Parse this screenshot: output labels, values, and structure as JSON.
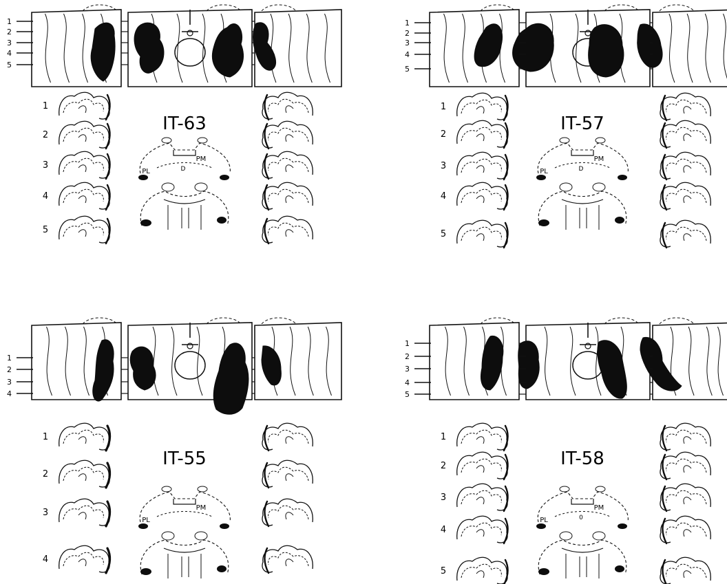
{
  "panels": [
    {
      "case_label": "IT-63",
      "level_labels": [
        "1",
        "2",
        "3",
        "4",
        "5"
      ],
      "section_labels": [
        "1",
        "2",
        "3",
        "4",
        "5"
      ],
      "thalamus_labels": {
        "pm": "PM",
        "pl": "PL",
        "center": "D"
      }
    },
    {
      "case_label": "IT-57",
      "level_labels": [
        "1",
        "2",
        "3",
        "4",
        "5"
      ],
      "section_labels": [
        "1",
        "2",
        "3",
        "4",
        "5"
      ],
      "thalamus_labels": {
        "pm": "PM",
        "pl": "PL",
        "center": "D"
      }
    },
    {
      "case_label": "IT-55",
      "level_labels": [
        "1",
        "2",
        "3",
        "4"
      ],
      "section_labels": [
        "1",
        "2",
        "3",
        "4"
      ],
      "thalamus_labels": {
        "pm": "PM",
        "pl": "PL",
        "center": ""
      }
    },
    {
      "case_label": "IT-58",
      "level_labels": [
        "1",
        "2",
        "3",
        "4",
        "5"
      ],
      "section_labels": [
        "1",
        "2",
        "3",
        "4",
        "5"
      ],
      "thalamus_labels": {
        "pm": "PM",
        "pl": "PL",
        "center": "0"
      }
    }
  ],
  "colors": {
    "ink": "#111111",
    "lesion": "#0d0d0d",
    "paper": "#ffffff"
  }
}
